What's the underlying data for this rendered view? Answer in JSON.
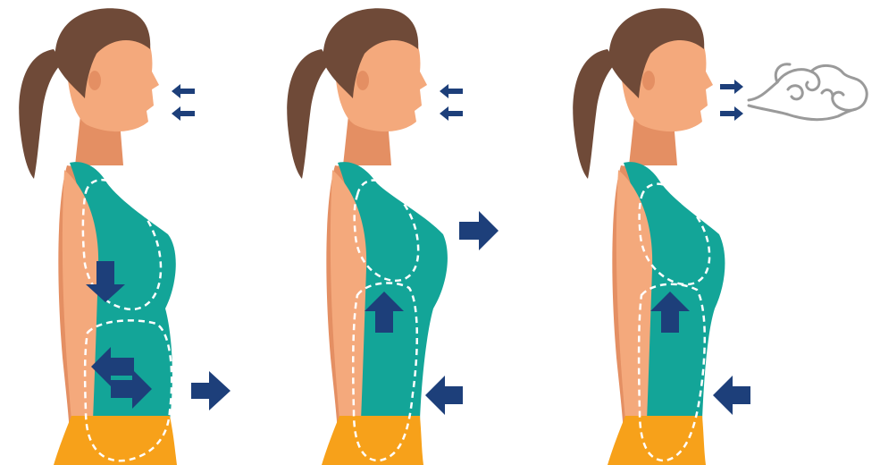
{
  "diagram": {
    "stages": [
      {
        "id": "stage-1",
        "face_arrows": "inhale",
        "chest_arrow": "down",
        "belly_arrows": [
          "left",
          "right"
        ],
        "outside_arrow": "right"
      },
      {
        "id": "stage-2",
        "face_arrows": "inhale",
        "chest_arrow": "right",
        "belly_arrows": [
          "up"
        ],
        "outside_arrow": "left"
      },
      {
        "id": "stage-3",
        "face_arrows": "exhale",
        "chest_arrow": null,
        "belly_arrows": [
          "up"
        ],
        "outside_arrow": "left",
        "breath_cloud": true
      }
    ]
  },
  "colors": {
    "skin": "#f4a97c",
    "skin_shadow": "#e48f63",
    "hair": "#6f4a38",
    "top": "#13a598",
    "top_shadow": "#0e8f84",
    "pants": "#f7a11a",
    "arrow": "#1d3f7a",
    "outline": "#ffffff",
    "cloud": "#9a9a9a"
  }
}
